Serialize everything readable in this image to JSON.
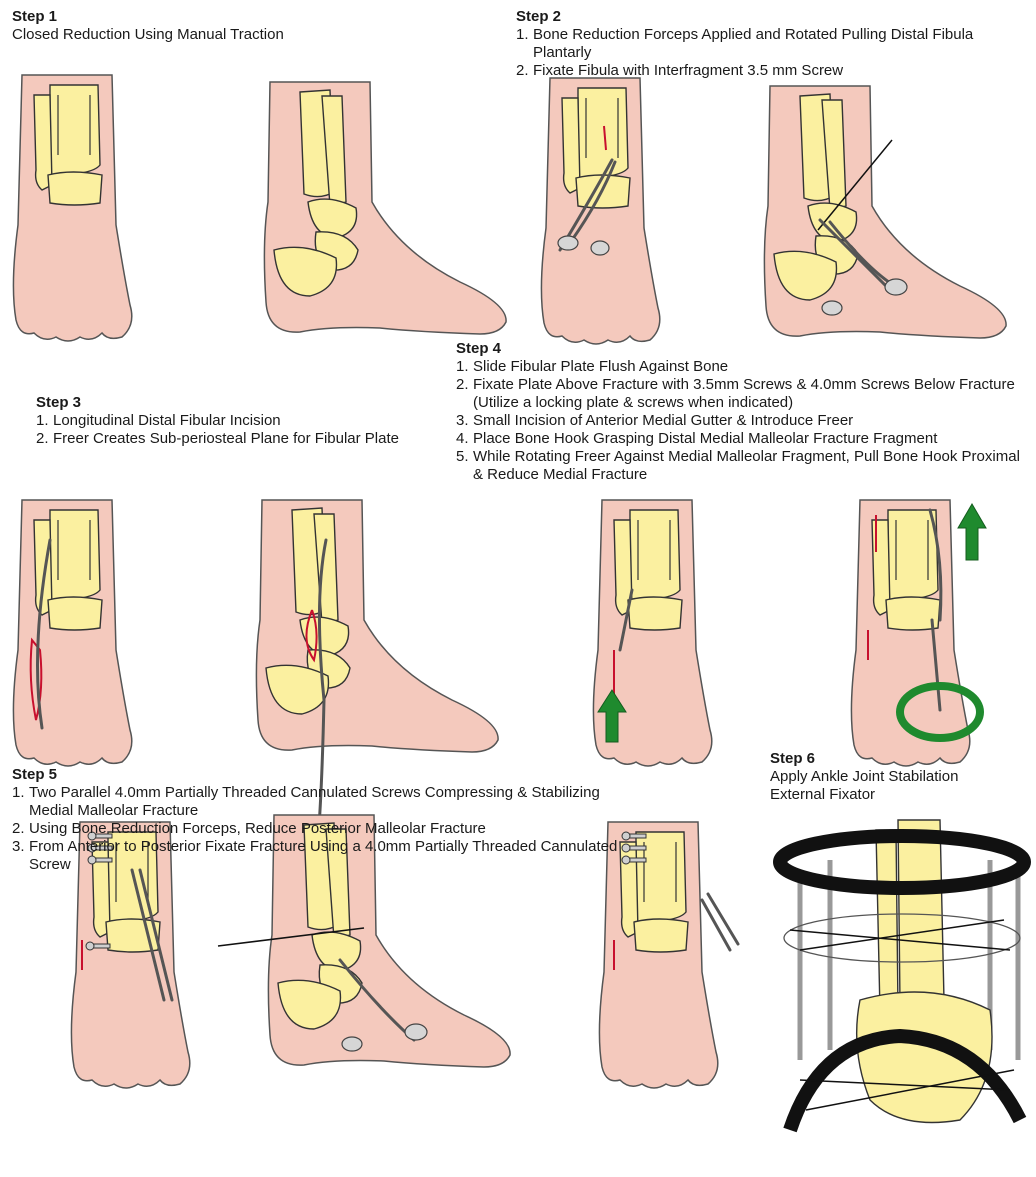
{
  "steps": [
    {
      "title": "Step 1",
      "subtitle": "Closed Reduction Using Manual Traction",
      "items": []
    },
    {
      "title": "Step 2",
      "subtitle": "",
      "items": [
        "Bone Reduction Forceps Applied and Rotated Pulling Distal Fibula Plantarly",
        "Fixate Fibula with Interfragment 3.5 mm Screw"
      ]
    },
    {
      "title": "Step 3",
      "subtitle": "",
      "items": [
        "Longitudinal Distal Fibular Incision",
        "Freer Creates Sub-periosteal Plane for Fibular Plate"
      ]
    },
    {
      "title": "Step 4",
      "subtitle": "",
      "items": [
        "Slide Fibular Plate Flush Against Bone",
        "Fixate Plate Above Fracture with 3.5mm Screws & 4.0mm Screws Below Fracture (Utilize a locking plate & screws when indicated)",
        "Small Incision of Anterior Medial Gutter & Introduce Freer",
        "Place Bone Hook Grasping Distal Medial Malleolar Fracture Fragment",
        "While Rotating Freer Against Medial Malleolar Fragment, Pull Bone Hook Proximal & Reduce Medial Fracture"
      ]
    },
    {
      "title": "Step 5",
      "subtitle": "",
      "items": [
        "Two Parallel 4.0mm Partially Threaded Cannulated Screws Compressing & Stabilizing Medial Malleolar Fracture",
        "Using  Bone Reduction Forceps, Reduce Posterior Malleolar Fracture",
        "From Anterior to Posterior Fixate Fracture Using a 4.0mm Partially Threaded Cannulated Screw"
      ]
    },
    {
      "title": "Step 6",
      "subtitle": "Apply Ankle Joint Stabilation External Fixator",
      "items": []
    }
  ],
  "colors": {
    "skin": "#f4c9bd",
    "bone": "#fbf0a0",
    "incision": "#c8102e",
    "arrow": "#1f8a2e",
    "instrument": "#d6d6d6"
  }
}
